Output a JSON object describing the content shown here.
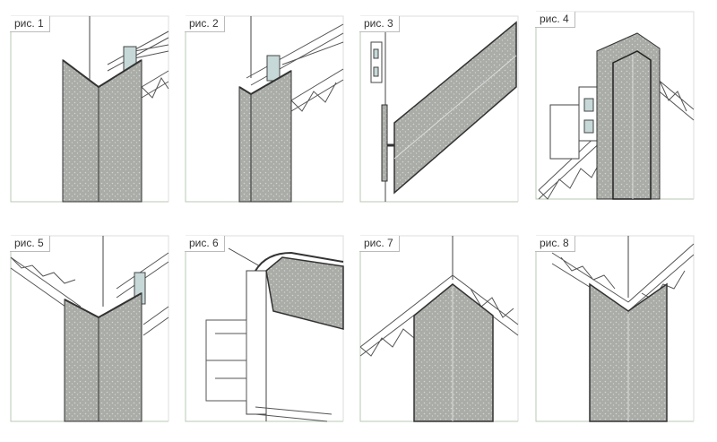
{
  "figures": [
    {
      "label": "рис. 1"
    },
    {
      "label": "рис. 2"
    },
    {
      "label": "рис. 3"
    },
    {
      "label": "рис. 4"
    },
    {
      "label": "рис. 5"
    },
    {
      "label": "рис. 6"
    },
    {
      "label": "рис. 7"
    },
    {
      "label": "рис. 8"
    }
  ],
  "colors": {
    "panel_fill": "#a9aca7",
    "outline": "#3a3a3a",
    "frame": "#b9c9b4",
    "glass": "#c7d8d8"
  }
}
